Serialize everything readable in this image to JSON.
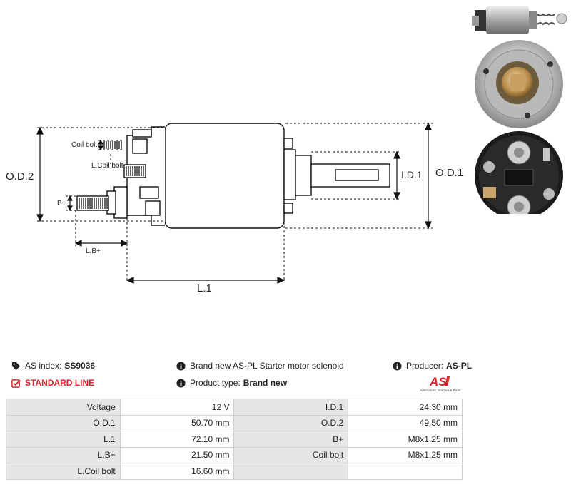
{
  "diagram": {
    "labels": {
      "od2": "O.D.2",
      "od1": "O.D.1",
      "id1": "I.D.1",
      "l1": "L.1",
      "lb": "L.B+",
      "bplus": "B+",
      "coil_bolt": "Coil bolt",
      "l_coil_bolt": "L.Coil bolt"
    }
  },
  "info": {
    "as_index_label": "AS index:",
    "as_index_value": "SS9036",
    "line": "STANDARD LINE",
    "description": "Brand new AS-PL Starter motor solenoid",
    "product_type_label": "Product type:",
    "product_type_value": "Brand new",
    "producer_label": "Producer:",
    "producer_value": "AS-PL",
    "logo_text": "AS",
    "logo_tagline": "Alternators, Starters & Parts"
  },
  "colors": {
    "accent": "#d8232a",
    "label_bg": "#e6e6e6",
    "border": "#cfcfcf"
  },
  "specs": [
    [
      "Voltage",
      "12 V",
      "I.D.1",
      "24.30 mm"
    ],
    [
      "O.D.1",
      "50.70 mm",
      "O.D.2",
      "49.50 mm"
    ],
    [
      "L.1",
      "72.10 mm",
      "B+",
      "M8x1.25 mm"
    ],
    [
      "L.B+",
      "21.50 mm",
      "Coil bolt",
      "M8x1.25 mm"
    ],
    [
      "L.Coil bolt",
      "16.60 mm",
      "",
      ""
    ]
  ]
}
